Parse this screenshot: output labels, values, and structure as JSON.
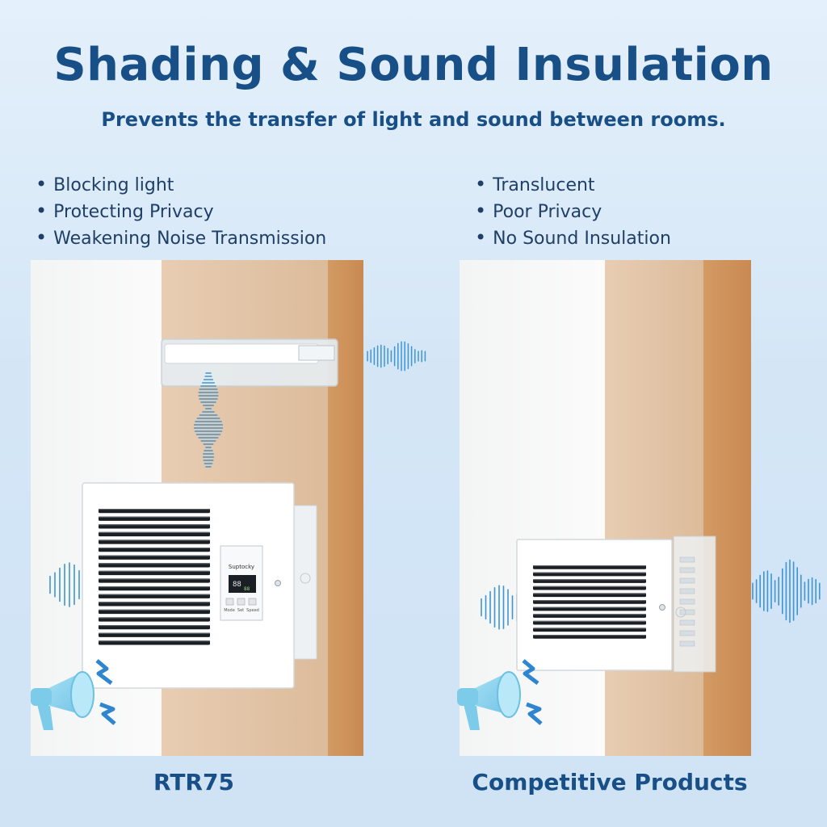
{
  "header": {
    "title": "Shading & Sound Insulation",
    "subtitle": "Prevents the transfer of light and sound between rooms."
  },
  "left_features": [
    "Blocking light",
    "Protecting Privacy",
    "Weakening Noise Transmission"
  ],
  "right_features": [
    "Translucent",
    "Poor Privacy",
    "No Sound Insulation"
  ],
  "products": {
    "left_label": "RTR75",
    "right_label": "Competitive Products"
  },
  "device": {
    "brand": "Suptocky",
    "display_left": "88",
    "display_right": "88",
    "buttons": [
      "Mode",
      "Set",
      "Speed"
    ]
  },
  "colors": {
    "title": "#184f86",
    "sound_wave": "#3f95d4",
    "megaphone": "#8fd3ee",
    "wood": "#e0c2a4",
    "wood_edge": "#c98a52"
  }
}
